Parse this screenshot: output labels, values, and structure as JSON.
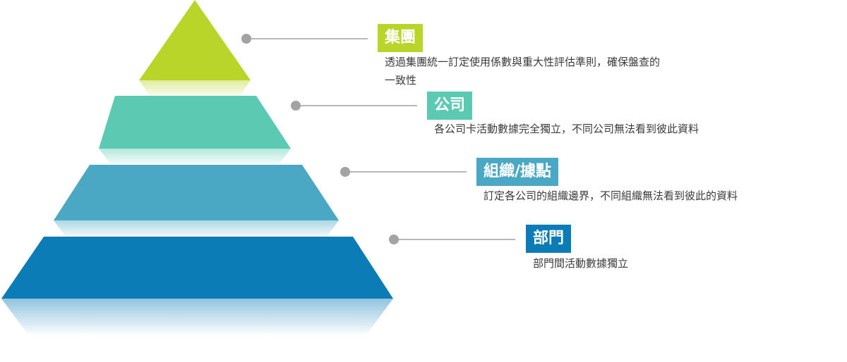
{
  "tiers": [
    {
      "id": "group",
      "label": "集團",
      "description_lines": [
        "透過集團統一訂定使用係數與重大性評估準則，確保盤查的",
        "一致性"
      ],
      "color": "#b9d52a"
    },
    {
      "id": "company",
      "label": "公司",
      "description_lines": [
        "各公司卡活動數據完全獨立，不同公司無法看到彼此資料"
      ],
      "color": "#5ccab2"
    },
    {
      "id": "organization",
      "label": "組織/據點",
      "description_lines": [
        "訂定各公司的組織邊界，不同組織無法看到彼此的資料"
      ],
      "color": "#4aa8c4"
    },
    {
      "id": "department",
      "label": "部門",
      "description_lines": [
        "部門間活動數據獨立"
      ],
      "color": "#0c7cb7"
    }
  ]
}
